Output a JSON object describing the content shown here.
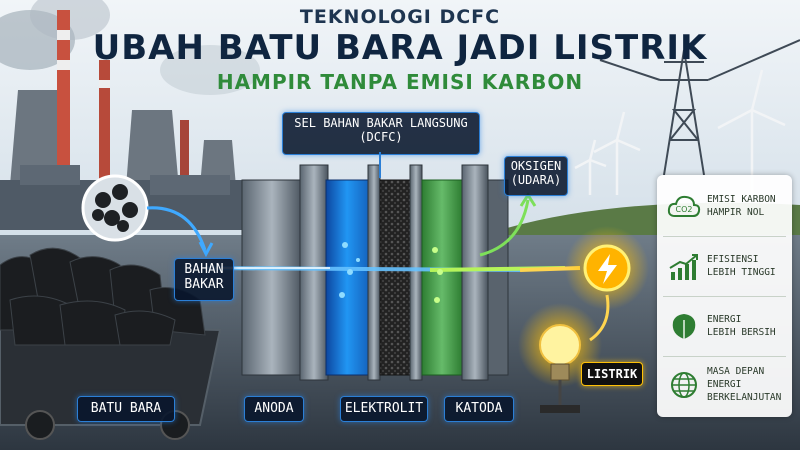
{
  "header": {
    "line1": "TEKNOLOGI DCFC",
    "line2": "UBAH BATU BARA JADI LISTRIK",
    "line3": "HAMPIR TANPA EMISI KARBON"
  },
  "cell_label": {
    "line1": "SEL BAHAN BAKAR LANGSUNG",
    "line2": "(DCFC)"
  },
  "oxygen_label": {
    "line1": "OKSIGEN",
    "line2": "(UDARA)"
  },
  "fuel_label": {
    "line1": "BAHAN",
    "line2": "BAKAR"
  },
  "electricity_label": "LISTRIK",
  "bottom_labels": {
    "coal": "BATU BARA",
    "anode": "ANODA",
    "electrolyte": "ELEKTROLIT",
    "cathode": "KATODA"
  },
  "benefits": [
    {
      "icon": "co2-cloud-icon",
      "line1": "EMISI KARBON",
      "line2": "HAMPIR NOL"
    },
    {
      "icon": "growth-chart-icon",
      "line1": "EFISIENSI",
      "line2": "LEBIH TINGGI"
    },
    {
      "icon": "leaf-icon",
      "line1": "ENERGI",
      "line2": "LEBIH BERSIH"
    },
    {
      "icon": "globe-icon",
      "line1": "MASA DEPAN",
      "line2": "ENERGI",
      "line3": "BERKELANJUTAN"
    }
  ],
  "co2_icon_text": "CO2",
  "colors": {
    "title_dark": "#0f2540",
    "title_green": "#2f8b3a",
    "anode_blue": "#1e88e5",
    "cathode_green": "#43a047",
    "electric_yellow": "#ffc107",
    "label_border": "#2b7fd6"
  }
}
